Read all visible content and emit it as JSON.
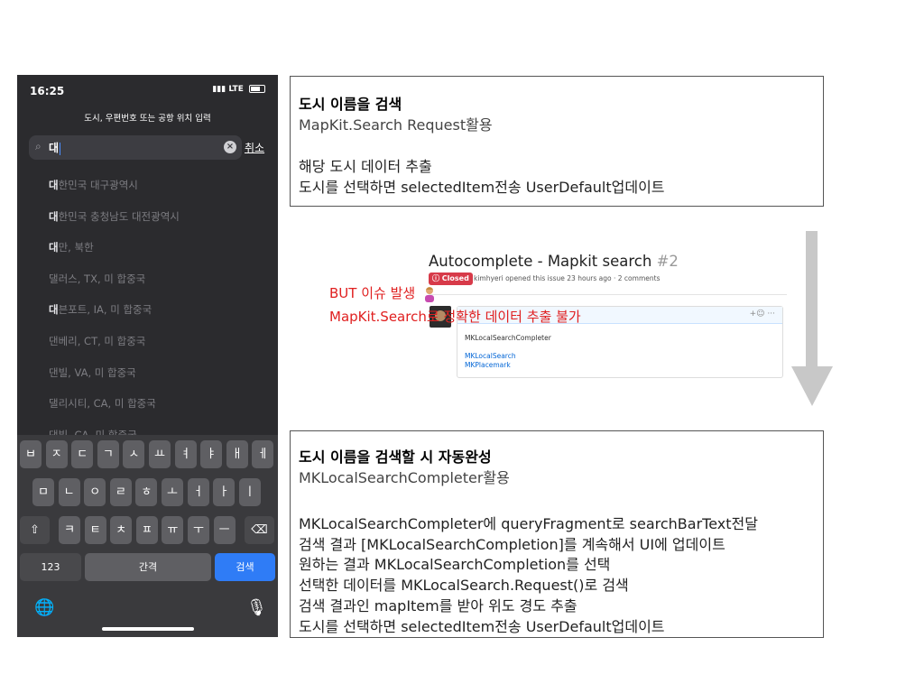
{
  "phone": {
    "time": "16:25",
    "signal": "LTE",
    "hint": "도시, 우편번호 또는 공항 위치 입력",
    "query": "대",
    "cancel": "취소",
    "results": [
      {
        "bold": "대",
        "rest": "한민국 대구광역시"
      },
      {
        "bold": "대",
        "rest": "한민국 충청남도 대전광역시"
      },
      {
        "bold": "대",
        "rest": "만, 북한"
      },
      {
        "bold": "",
        "rest": "댈러스, TX, 미 합중국"
      },
      {
        "bold": "대",
        "rest": "븐포트, IA, 미 합중국"
      },
      {
        "bold": "",
        "rest": "댄베리, CT, 미 합중국"
      },
      {
        "bold": "",
        "rest": "댄빌, VA, 미 합중국"
      },
      {
        "bold": "",
        "rest": "댈리시티, CA, 미 합중국"
      },
      {
        "bold": "",
        "rest": "댄빌, CA, 미 합중국"
      }
    ],
    "keyboard": {
      "row1": [
        "ㅂ",
        "ㅈ",
        "ㄷ",
        "ㄱ",
        "ㅅ",
        "ㅛ",
        "ㅕ",
        "ㅑ",
        "ㅐ",
        "ㅔ"
      ],
      "row2": [
        "ㅁ",
        "ㄴ",
        "ㅇ",
        "ㄹ",
        "ㅎ",
        "ㅗ",
        "ㅓ",
        "ㅏ",
        "ㅣ"
      ],
      "row3": [
        "ㅋ",
        "ㅌ",
        "ㅊ",
        "ㅍ",
        "ㅠ",
        "ㅜ",
        "ㅡ"
      ],
      "shift": "⇧",
      "backspace": "⌫",
      "numbers": "123",
      "space": "간격",
      "search": "검색",
      "globe": "🌐",
      "mic": "🎙"
    }
  },
  "box_top": {
    "line1": "도시 이름을 검색",
    "line2": "MapKit.Search Request활용",
    "line3": "해당 도시 데이터 추출",
    "line4": "도시를 선택하면 selectedItem전송 UserDefault업데이트"
  },
  "issue": {
    "title": "Autocomplete - Mapkit search",
    "number": "#2",
    "status": "Closed",
    "meta": "kimhyeri opened this issue 23 hours ago · 2 comments",
    "code": "MKLocalSearchCompleter",
    "link1": "MKLocalSearch",
    "link2": "MKPlacemark",
    "reaction": "+☺ ···",
    "note1": "BUT 이슈 발생",
    "note2": "MapKit.Search로 정확한 데이터 추출 불가"
  },
  "box_bottom": {
    "line1": "도시 이름을 검색할 시 자동완성",
    "line2": "MKLocalSearchCompleter활용",
    "line3": "MKLocalSearchCompleter에 queryFragment로 searchBarText전달",
    "line4": "검색 결과 [MKLocalSearchCompletion]를 계속해서 UI에 업데이트",
    "line5": "원하는 결과 MKLocalSearchCompletion를 선택",
    "line6": "선택한 데이터를 MKLocalSearch.Request()로 검색",
    "line7": "검색 결과인 mapItem를 받아 위도 경도 추출",
    "line8": "도시를 선택하면 selectedItem전송 UserDefault업데이트"
  },
  "colors": {
    "accent_red": "#e02020",
    "closed_badge": "#d73a49",
    "link": "#0366d6",
    "search_key": "#2f7cf6"
  }
}
